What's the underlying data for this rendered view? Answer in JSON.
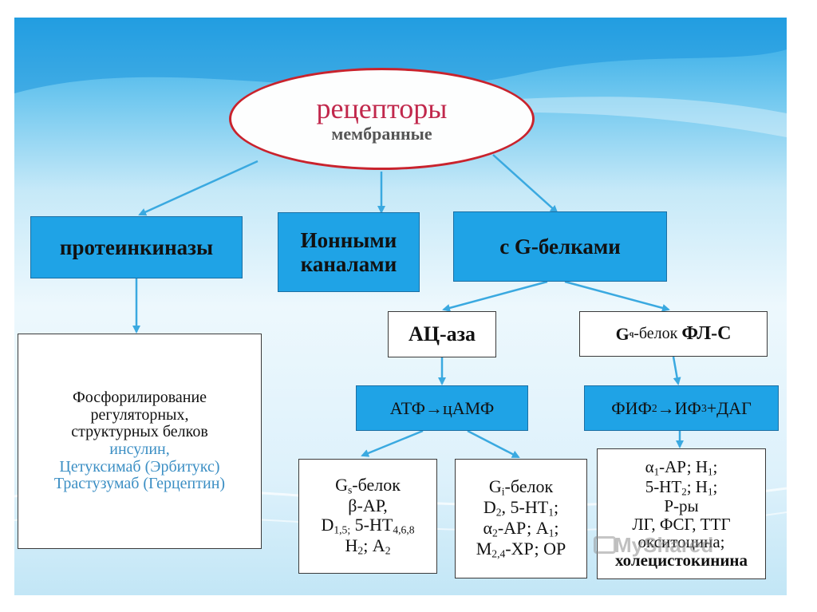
{
  "root": {
    "title": "рецепторы",
    "subtitle": "мембранные"
  },
  "level1": {
    "proteinkinases": "протеинкиназы",
    "ion_channels": [
      "Ионными",
      "каналами"
    ],
    "g_proteins": "с G-белками"
  },
  "proteinkinase_effects": {
    "lines": [
      "Фосфорилирование",
      "регуляторных,",
      "структурных белков"
    ],
    "blue_lines": [
      "инсулин,",
      "Цетуксимаб (Эрбитукс)",
      "Трастузумаб (Герцептин)"
    ]
  },
  "ac_branch": {
    "enzyme": "АЦ-аза",
    "reaction": "АТФ→цАМФ"
  },
  "plc_branch": {
    "g_letter": "G",
    "g_sub": "q",
    "label": "-белок ",
    "enzyme": "ФЛ-С",
    "reaction": {
      "a": "ФИФ",
      "a_sub": "2",
      "arrow": "→ИФ",
      "b_sub": "3",
      "rest": "+ДАГ"
    }
  },
  "gs_box": {
    "g_letter": "G",
    "g_sub": "s",
    "title_rest": "-белок",
    "beta": "β-АР,",
    "d_text": "D",
    "d_sub": "1,5;",
    "ht_text": " 5-НТ",
    "ht_sub": "4,6,8",
    "h_text": "Н",
    "h_sub": "2",
    "a_text": "; А",
    "a_sub": "2"
  },
  "gi_box": {
    "g_letter": "G",
    "g_sub": "i",
    "title_rest": "-белок",
    "d_text": "D",
    "d_sub": "2",
    "ht_text": ", 5-НТ",
    "ht_sub": "1",
    "ht_end": ";",
    "alpha_text": "α",
    "alpha_sub": "2",
    "alpha_rest": "-АР; А",
    "a_sub": "1",
    "a_end": ";",
    "m_text": "М",
    "m_sub": "2,4",
    "m_rest": "-ХР; ОР"
  },
  "gq_box": {
    "alpha_text": "α",
    "alpha_sub": "1",
    "alpha_rest": "-АР; Н",
    "h1_sub": "1",
    "h1_end": ";",
    "ht_text": "5-НТ",
    "ht_sub": "2",
    "ht_rest": "; Н",
    "h_sub": "1",
    "h_end": ";",
    "line3": "Р-ры",
    "line4": "ЛГ, ФСГ, ТТГ",
    "line5": "окситоцина;",
    "line6": "холецистокинина"
  },
  "watermark": "MyShared",
  "colors": {
    "box_blue": "#1fa3e6",
    "ellipse_border": "#c9232d",
    "title_red": "#c1284c",
    "arrow": "#3aa9e0",
    "blue_text": "#3c8fc4"
  }
}
